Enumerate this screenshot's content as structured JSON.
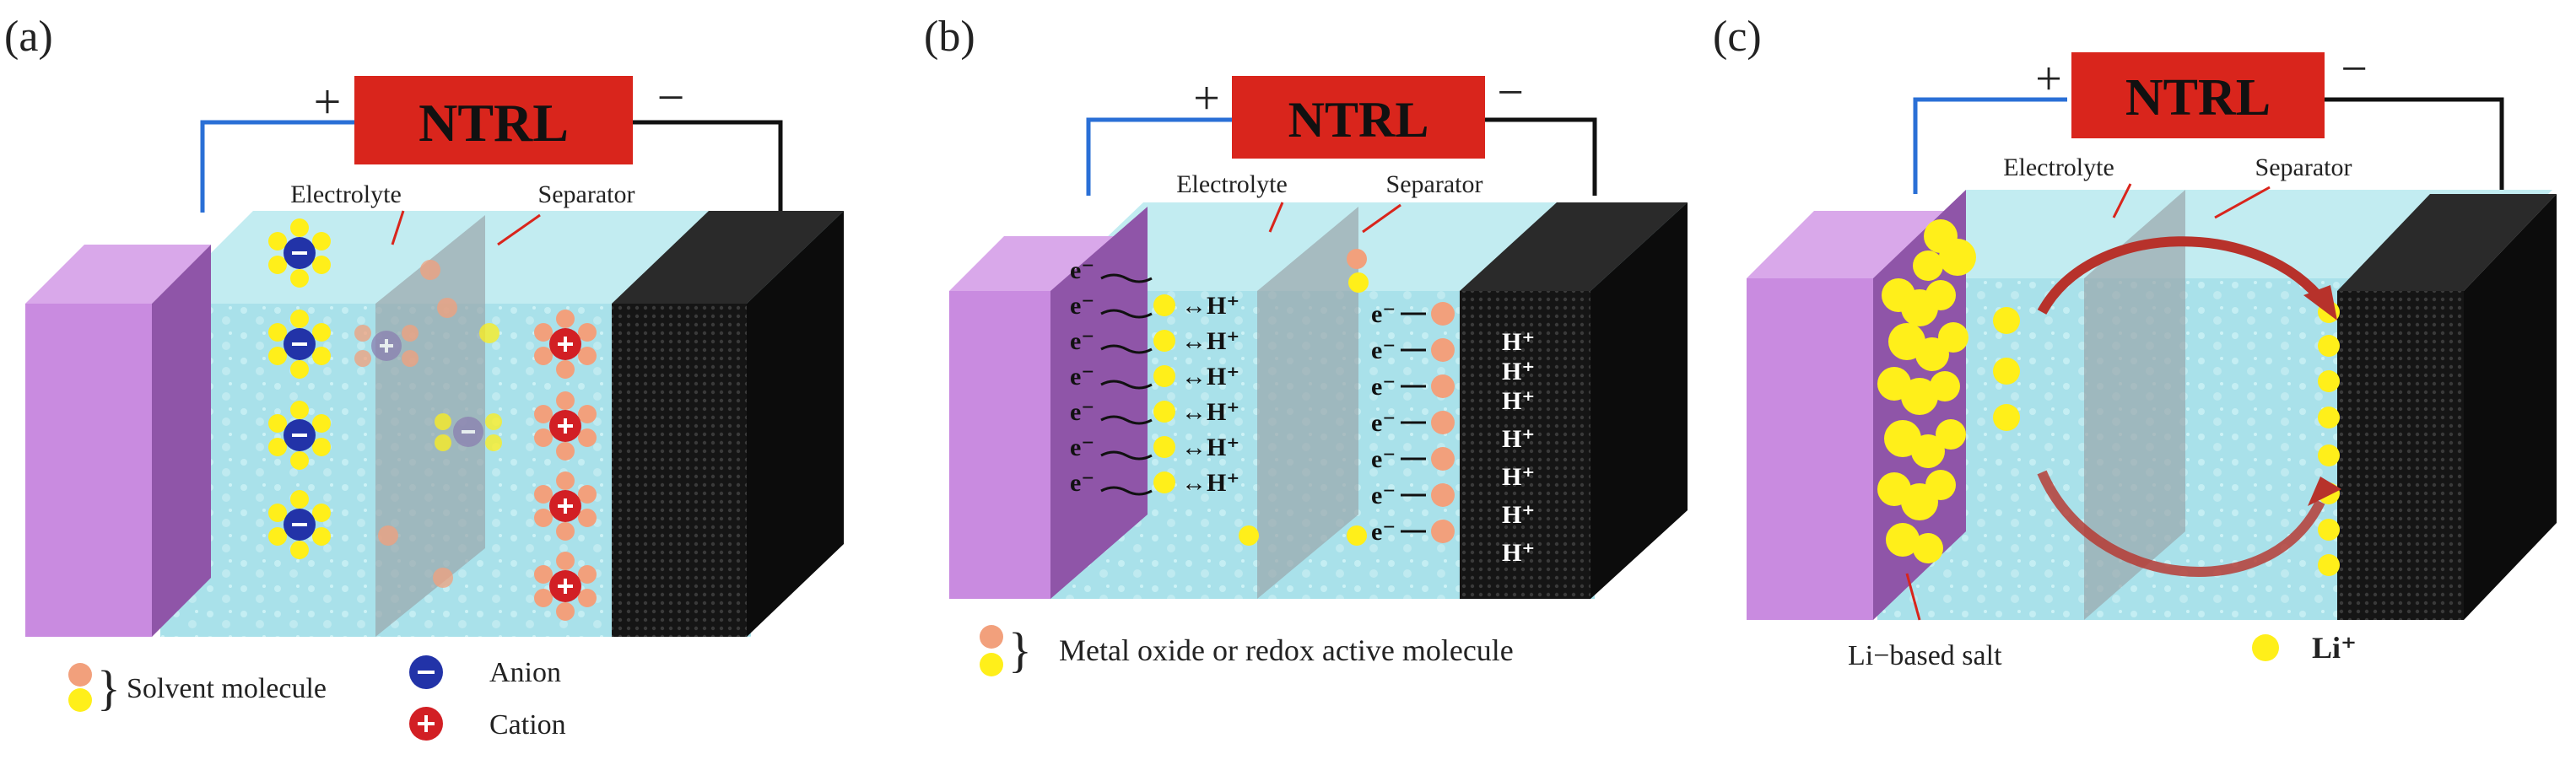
{
  "panels": [
    {
      "letter": "(a)",
      "plus": "+",
      "minus": "−",
      "device": "NTRL",
      "electrolyte": "Electrolyte",
      "separator": "Separator",
      "legend": {
        "solvent": "Solvent molecule",
        "anion": "Anion",
        "cation": "Cation"
      }
    },
    {
      "letter": "(b)",
      "plus": "+",
      "minus": "−",
      "device": "NTRL",
      "electrolyte": "Electrolyte",
      "separator": "Separator",
      "electron": "e⁻",
      "proton": "H⁺",
      "legend": {
        "molecule": "Metal oxide or redox active molecule"
      }
    },
    {
      "letter": "(c)",
      "plus": "+",
      "minus": "−",
      "device": "NTRL",
      "electrolyte": "Electrolyte",
      "separator": "Separator",
      "salt_label": "Li−based salt",
      "legend": {
        "li": "Li⁺"
      }
    }
  ],
  "colors": {
    "purple_front": "#c98be0",
    "purple_side": "#8f55a8",
    "electrolyte": "#a9e1ea",
    "separator": "#9aa7ab",
    "black_electrode": "#1a1a1a",
    "ntrl_box": "#d9251c",
    "solvent_orange": "#f2a07c",
    "solvent_yellow": "#ffef1a",
    "anion_blue": "#2233a8",
    "cation_red": "#d21f24",
    "wire_left": "#2a6fd6",
    "wire_right": "#111111",
    "arrow_red": "#b7322b"
  }
}
